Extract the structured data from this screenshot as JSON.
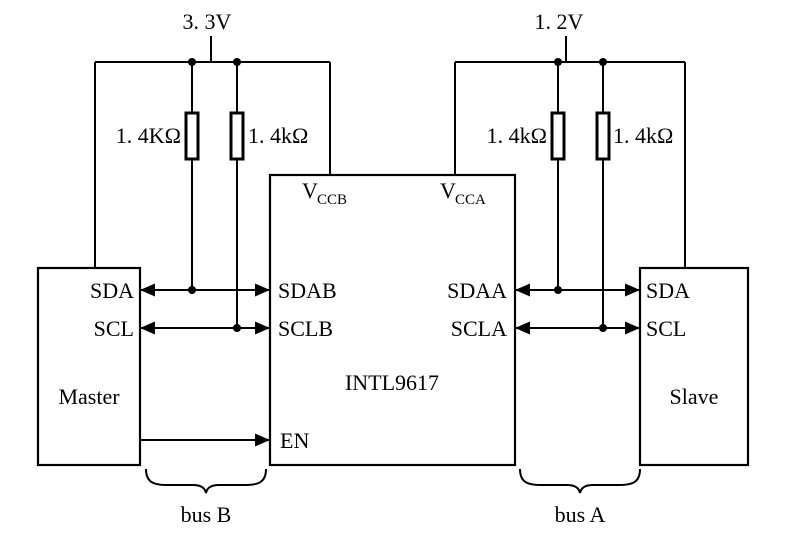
{
  "colors": {
    "ink": "#000000",
    "background": "#ffffff"
  },
  "power": {
    "left": "3. 3V",
    "right": "1. 2V"
  },
  "resistors": [
    {
      "label": "1. 4KΩ"
    },
    {
      "label": "1. 4kΩ"
    },
    {
      "label": "1. 4kΩ"
    },
    {
      "label": "1. 4kΩ"
    }
  ],
  "chip": {
    "name": "INTL9617",
    "vccb": {
      "base": "V",
      "sub": "CCB"
    },
    "vcca": {
      "base": "V",
      "sub": "CCA"
    },
    "pins": {
      "sdab": "SDAB",
      "sclb": "SCLB",
      "sdaa": "SDAA",
      "scla": "SCLA",
      "en": "EN"
    }
  },
  "master": {
    "name": "Master",
    "pins": {
      "sda": "SDA",
      "scl": "SCL"
    }
  },
  "slave": {
    "name": "Slave",
    "pins": {
      "sda": "SDA",
      "scl": "SCL"
    }
  },
  "buses": {
    "left": "bus B",
    "right": "bus A"
  }
}
